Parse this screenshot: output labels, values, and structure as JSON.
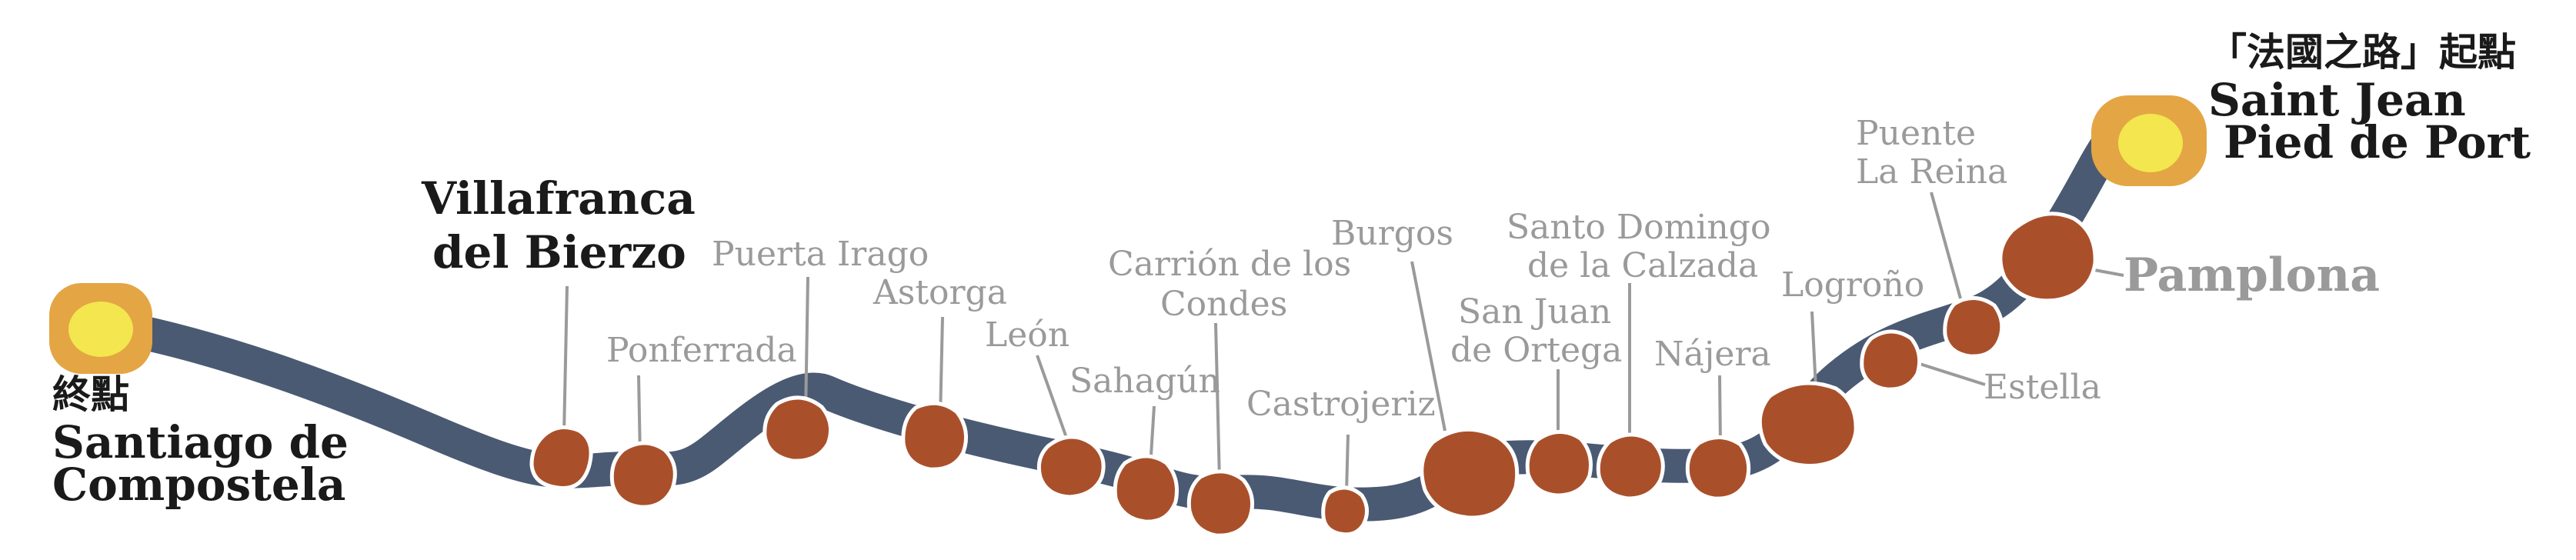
{
  "colors": {
    "route": "#4a5a73",
    "stone": "#a9502b",
    "endpoint_outer": "#e4a544",
    "endpoint_inner": "#f3e64e",
    "label_grey": "#9a9a9a",
    "label_black": "#1a1a1a"
  },
  "start": {
    "title": "「法國之路」起點",
    "name_line1": "Saint Jean",
    "name_line2": "Pied de Port"
  },
  "end": {
    "title": "終點",
    "name_line1": "Santiago de",
    "name_line2": "Compostela"
  },
  "stops": {
    "pamplona": "Pamplona",
    "puente_la_reina": [
      "Puente",
      "La Reina"
    ],
    "estella": "Estella",
    "logrono": "Logroño",
    "najera": "Nájera",
    "santo_domingo": [
      "Santo Domingo",
      "de la Calzada"
    ],
    "san_juan_de_ortega": [
      "San Juan",
      "de Ortega"
    ],
    "burgos": "Burgos",
    "castrojeriz": "Castrojeriz",
    "carrion_de_los_condes": [
      "Carrión de los",
      "Condes"
    ],
    "sahagun": "Sahagún",
    "leon": "León",
    "astorga": "Astorga",
    "puerta_irago": "Puerta Irago",
    "ponferrada": "Ponferrada",
    "villafranca_del_bierzo": [
      "Villafranca",
      "del Bierzo"
    ]
  }
}
